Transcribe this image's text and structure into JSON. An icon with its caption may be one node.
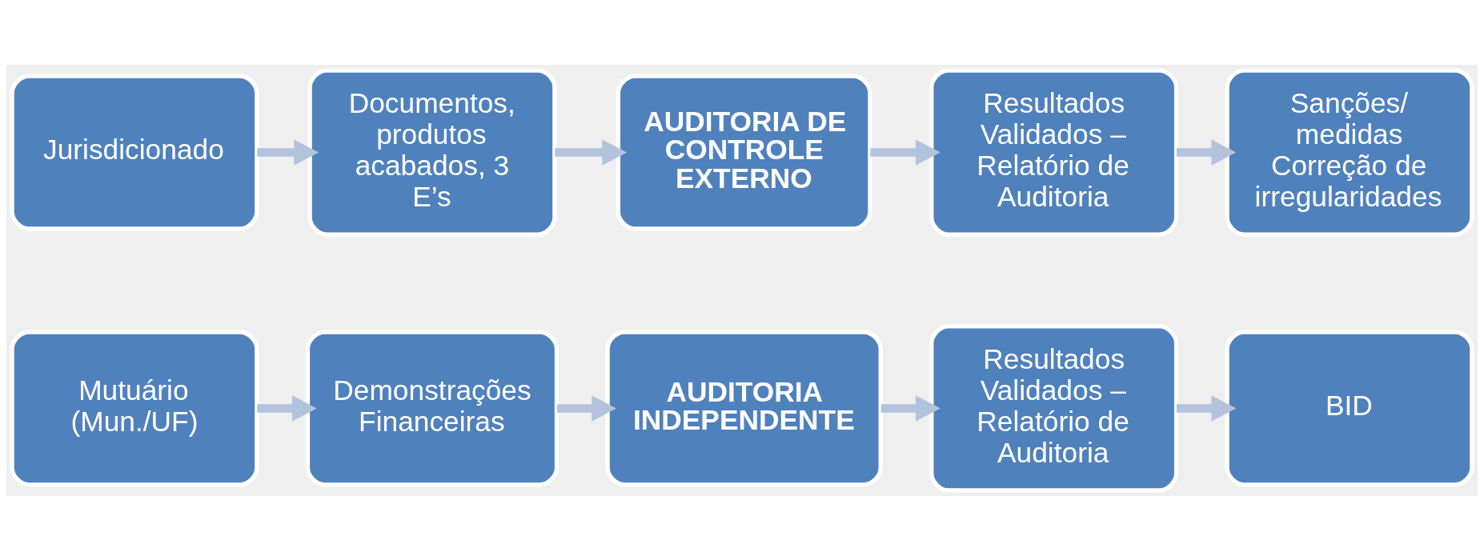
{
  "diagram": {
    "nodes": [
      {
        "text": [
          "Mutuário",
          "(Mun./UF)"
        ]
      },
      {
        "text": [
          "Demonstrações Financeiras"
        ]
      },
      {
        "text": [
          "AUDITORIA INDEPENDENTE"
        ]
      },
      {
        "text": [
          "Resultados Validados – Relatório de Auditoria"
        ]
      },
      {
        "text": [
          "BID"
        ]
      },
      {
        "text": [
          "Jurisdicionado"
        ]
      },
      {
        "text": [
          "Documentos, produtos acabados, 3 E’s"
        ]
      },
      {
        "text": [
          "AUDITORIA DE CONTROLE EXTERNO"
        ]
      },
      {
        "text": [
          "Resultados Validados – Relatório de Auditoria"
        ]
      },
      {
        "text": [
          "Sanções/ medidas",
          "Correção de irregularidades"
        ]
      }
    ],
    "edges": [
      {
        "from": 0,
        "to": 1,
        "arrow": "to"
      },
      {
        "from": 1,
        "to": 2,
        "arrow": "to"
      },
      {
        "from": 2,
        "to": 3,
        "arrow": "to"
      },
      {
        "from": 3,
        "to": 4,
        "arrow": "to"
      },
      {
        "from": 5,
        "to": 6,
        "arrow": "to"
      },
      {
        "from": 6,
        "to": 7,
        "arrow": "to"
      },
      {
        "from": 7,
        "to": 8,
        "arrow": "to"
      },
      {
        "from": 8,
        "to": 9,
        "arrow": "to"
      }
    ]
  }
}
